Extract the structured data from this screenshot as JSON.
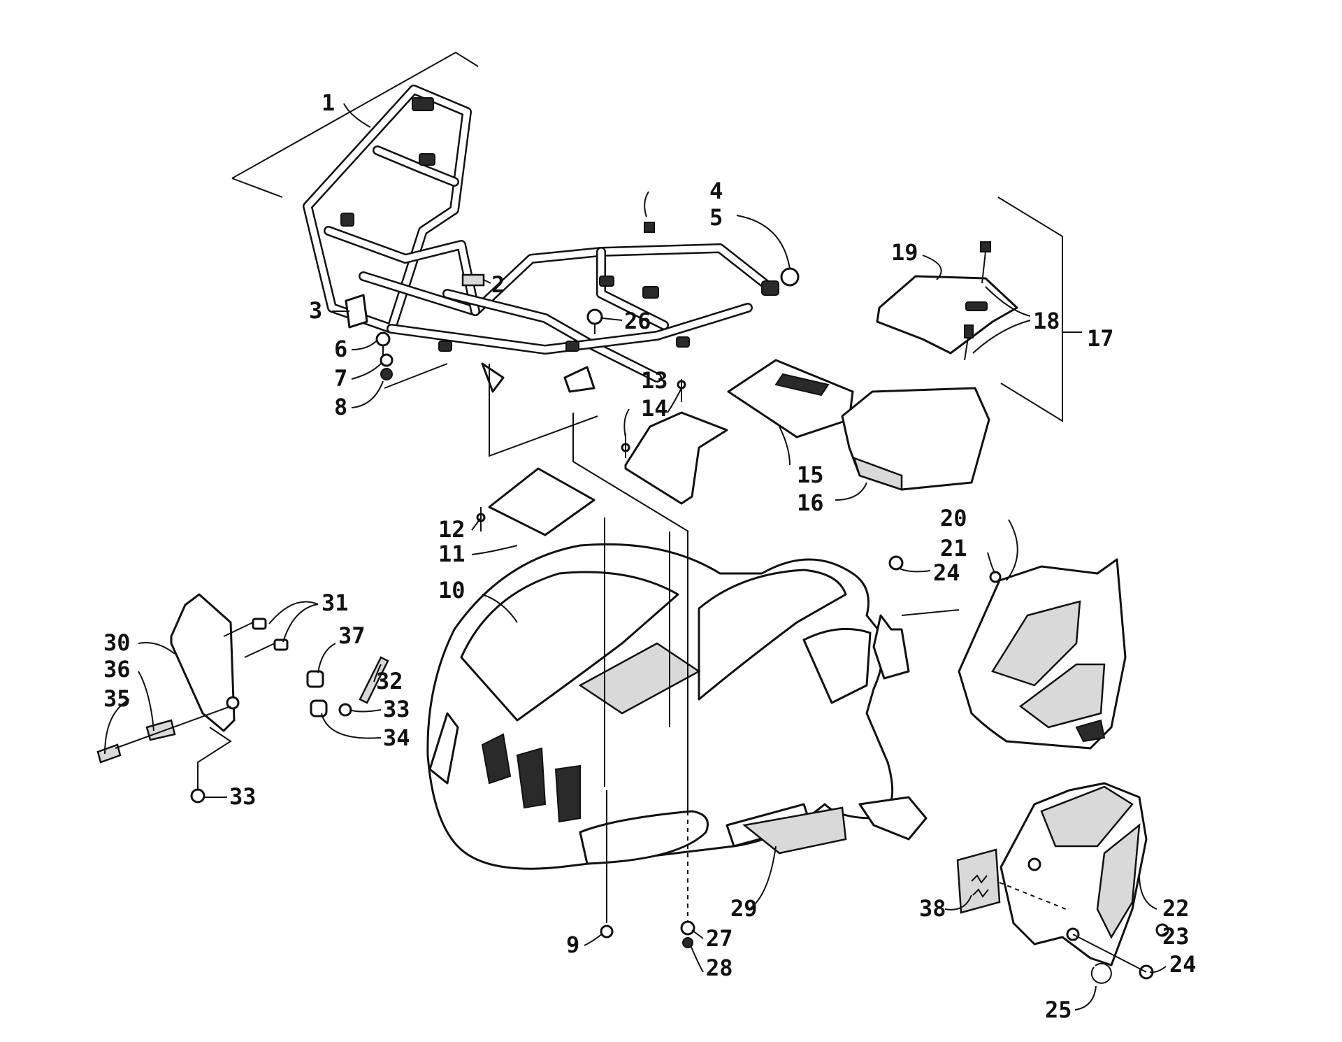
{
  "callouts": [
    {
      "id": "c1",
      "text": "1"
    },
    {
      "id": "c2",
      "text": "2"
    },
    {
      "id": "c3",
      "text": "3"
    },
    {
      "id": "c4",
      "text": "4"
    },
    {
      "id": "c5",
      "text": "5"
    },
    {
      "id": "c6",
      "text": "6"
    },
    {
      "id": "c7",
      "text": "7"
    },
    {
      "id": "c8",
      "text": "8"
    },
    {
      "id": "c9",
      "text": "9"
    },
    {
      "id": "c10",
      "text": "10"
    },
    {
      "id": "c11",
      "text": "11"
    },
    {
      "id": "c12",
      "text": "12"
    },
    {
      "id": "c13",
      "text": "13"
    },
    {
      "id": "c14",
      "text": "14"
    },
    {
      "id": "c15",
      "text": "15"
    },
    {
      "id": "c16",
      "text": "16"
    },
    {
      "id": "c17",
      "text": "17"
    },
    {
      "id": "c18",
      "text": "18"
    },
    {
      "id": "c19",
      "text": "19"
    },
    {
      "id": "c20",
      "text": "20"
    },
    {
      "id": "c21",
      "text": "21"
    },
    {
      "id": "c22",
      "text": "22"
    },
    {
      "id": "c23",
      "text": "23"
    },
    {
      "id": "c24a",
      "text": "24"
    },
    {
      "id": "c24b",
      "text": "24"
    },
    {
      "id": "c25",
      "text": "25"
    },
    {
      "id": "c26",
      "text": "26"
    },
    {
      "id": "c27",
      "text": "27"
    },
    {
      "id": "c28",
      "text": "28"
    },
    {
      "id": "c29",
      "text": "29"
    },
    {
      "id": "c30",
      "text": "30"
    },
    {
      "id": "c31",
      "text": "31"
    },
    {
      "id": "c32",
      "text": "32"
    },
    {
      "id": "c33a",
      "text": "33"
    },
    {
      "id": "c33b",
      "text": "33"
    },
    {
      "id": "c34",
      "text": "34"
    },
    {
      "id": "c35",
      "text": "35"
    },
    {
      "id": "c36",
      "text": "36"
    },
    {
      "id": "c37",
      "text": "37"
    },
    {
      "id": "c38",
      "text": "38"
    }
  ]
}
